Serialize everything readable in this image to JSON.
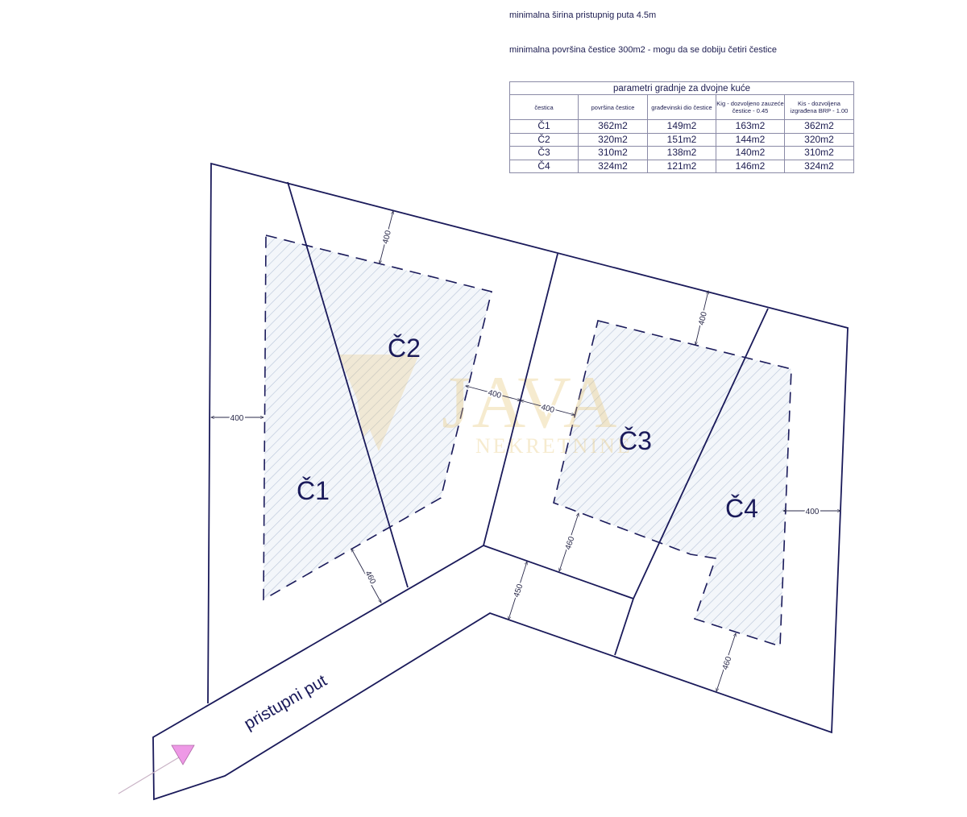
{
  "notes": {
    "min_road_width": "minimalna širina pristupnig puta 4.5m",
    "min_plot_area": "minimalna površina čestice 300m2 - mogu da se dobiju četiri čestice"
  },
  "params_table": {
    "title": "parametri gradnje za dvojne kuće",
    "headers": [
      "čestica",
      "površina čestice",
      "građevinski dio čestice",
      "Kig - dozvoljeno zauzeće čestice - 0.45",
      "Kis - dozvoljena izgrađena BRP - 1.00"
    ],
    "rows": [
      [
        "Č1",
        "362m2",
        "149m2",
        "163m2",
        "362m2"
      ],
      [
        "Č2",
        "320m2",
        "151m2",
        "144m2",
        "320m2"
      ],
      [
        "Č3",
        "310m2",
        "138m2",
        "140m2",
        "310m2"
      ],
      [
        "Č4",
        "324m2",
        "121m2",
        "146m2",
        "324m2"
      ]
    ]
  },
  "plan": {
    "plots": [
      {
        "label": "Č1"
      },
      {
        "label": "Č2"
      },
      {
        "label": "Č3"
      },
      {
        "label": "Č4"
      }
    ],
    "dimensions": {
      "c1_left": "400",
      "c2_top": "400",
      "c2_c3_gap_left": "400",
      "c2_c3_gap_right": "400",
      "c3_top": "400",
      "c4_right": "400",
      "c1_road": "460",
      "c3_road": "460",
      "c4_bottom": "460",
      "road_width": "450"
    },
    "road_label": "pristupni put",
    "watermark": {
      "main": "JAVA",
      "sub": "NEKRETNINE"
    },
    "colors": {
      "line": "#1a1a5a",
      "hatch": "#b8c4d8",
      "hatch_bg": "#f3f6fa",
      "entry_arrow": "#ee99e6",
      "watermark": "#e8c777"
    }
  }
}
